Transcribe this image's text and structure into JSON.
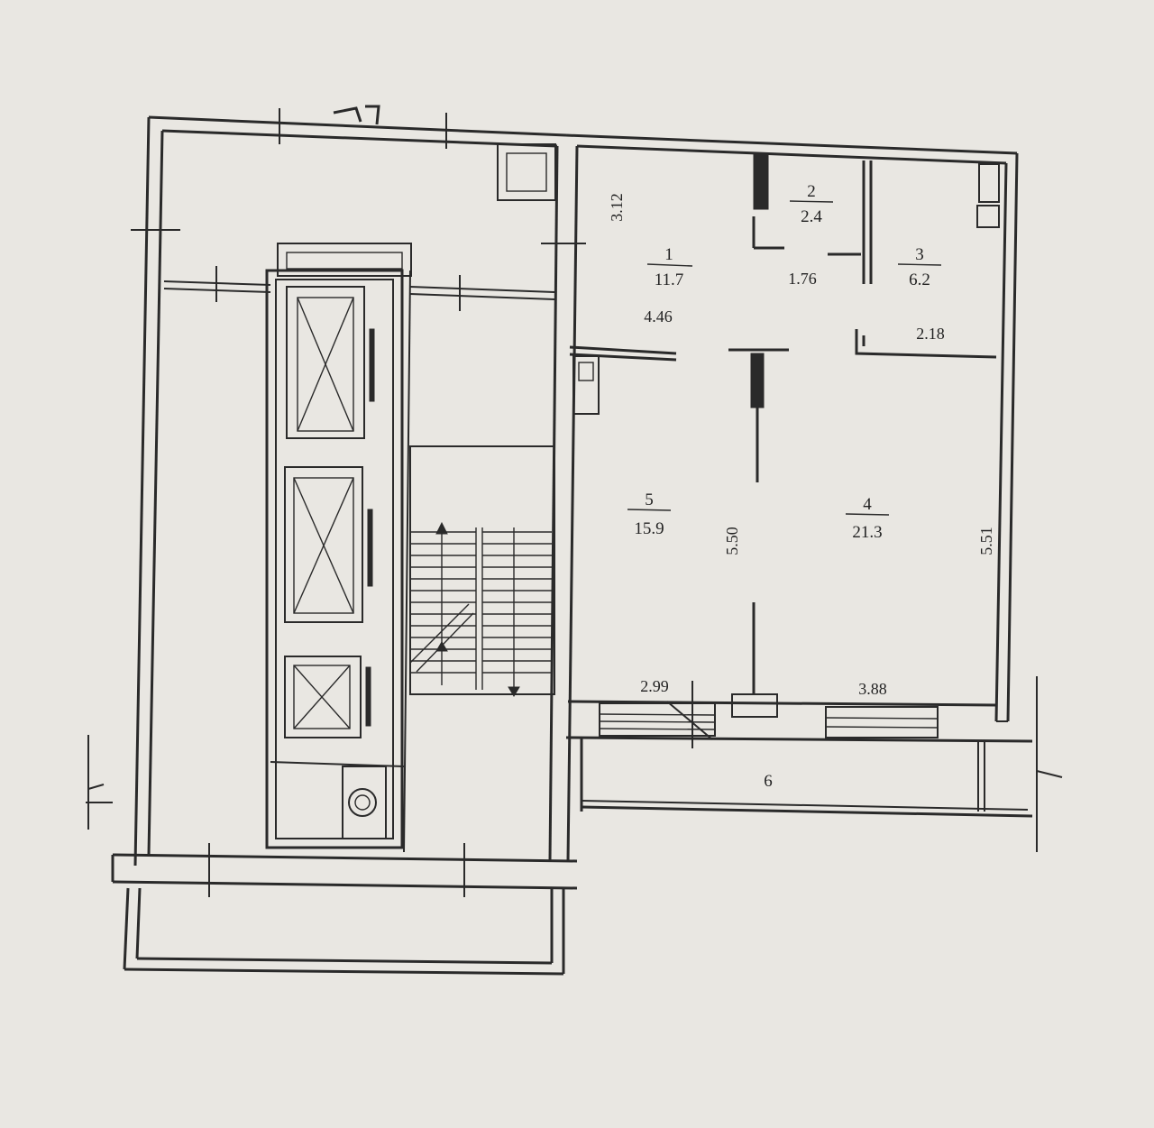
{
  "rooms": [
    {
      "number": "1",
      "area": "11.7"
    },
    {
      "number": "2",
      "area": "2.4"
    },
    {
      "number": "3",
      "area": "6.2"
    },
    {
      "number": "4",
      "area": "21.3"
    },
    {
      "number": "5",
      "area": "15.9"
    },
    {
      "number": "6"
    }
  ],
  "dimensions": {
    "d_3_12": "3.12",
    "d_4_46": "4.46",
    "d_1_76": "1.76",
    "d_2_18": "2.18",
    "d_5_50": "5.50",
    "d_5_51": "5.51",
    "d_2_99": "2.99",
    "d_3_88": "3.88"
  }
}
